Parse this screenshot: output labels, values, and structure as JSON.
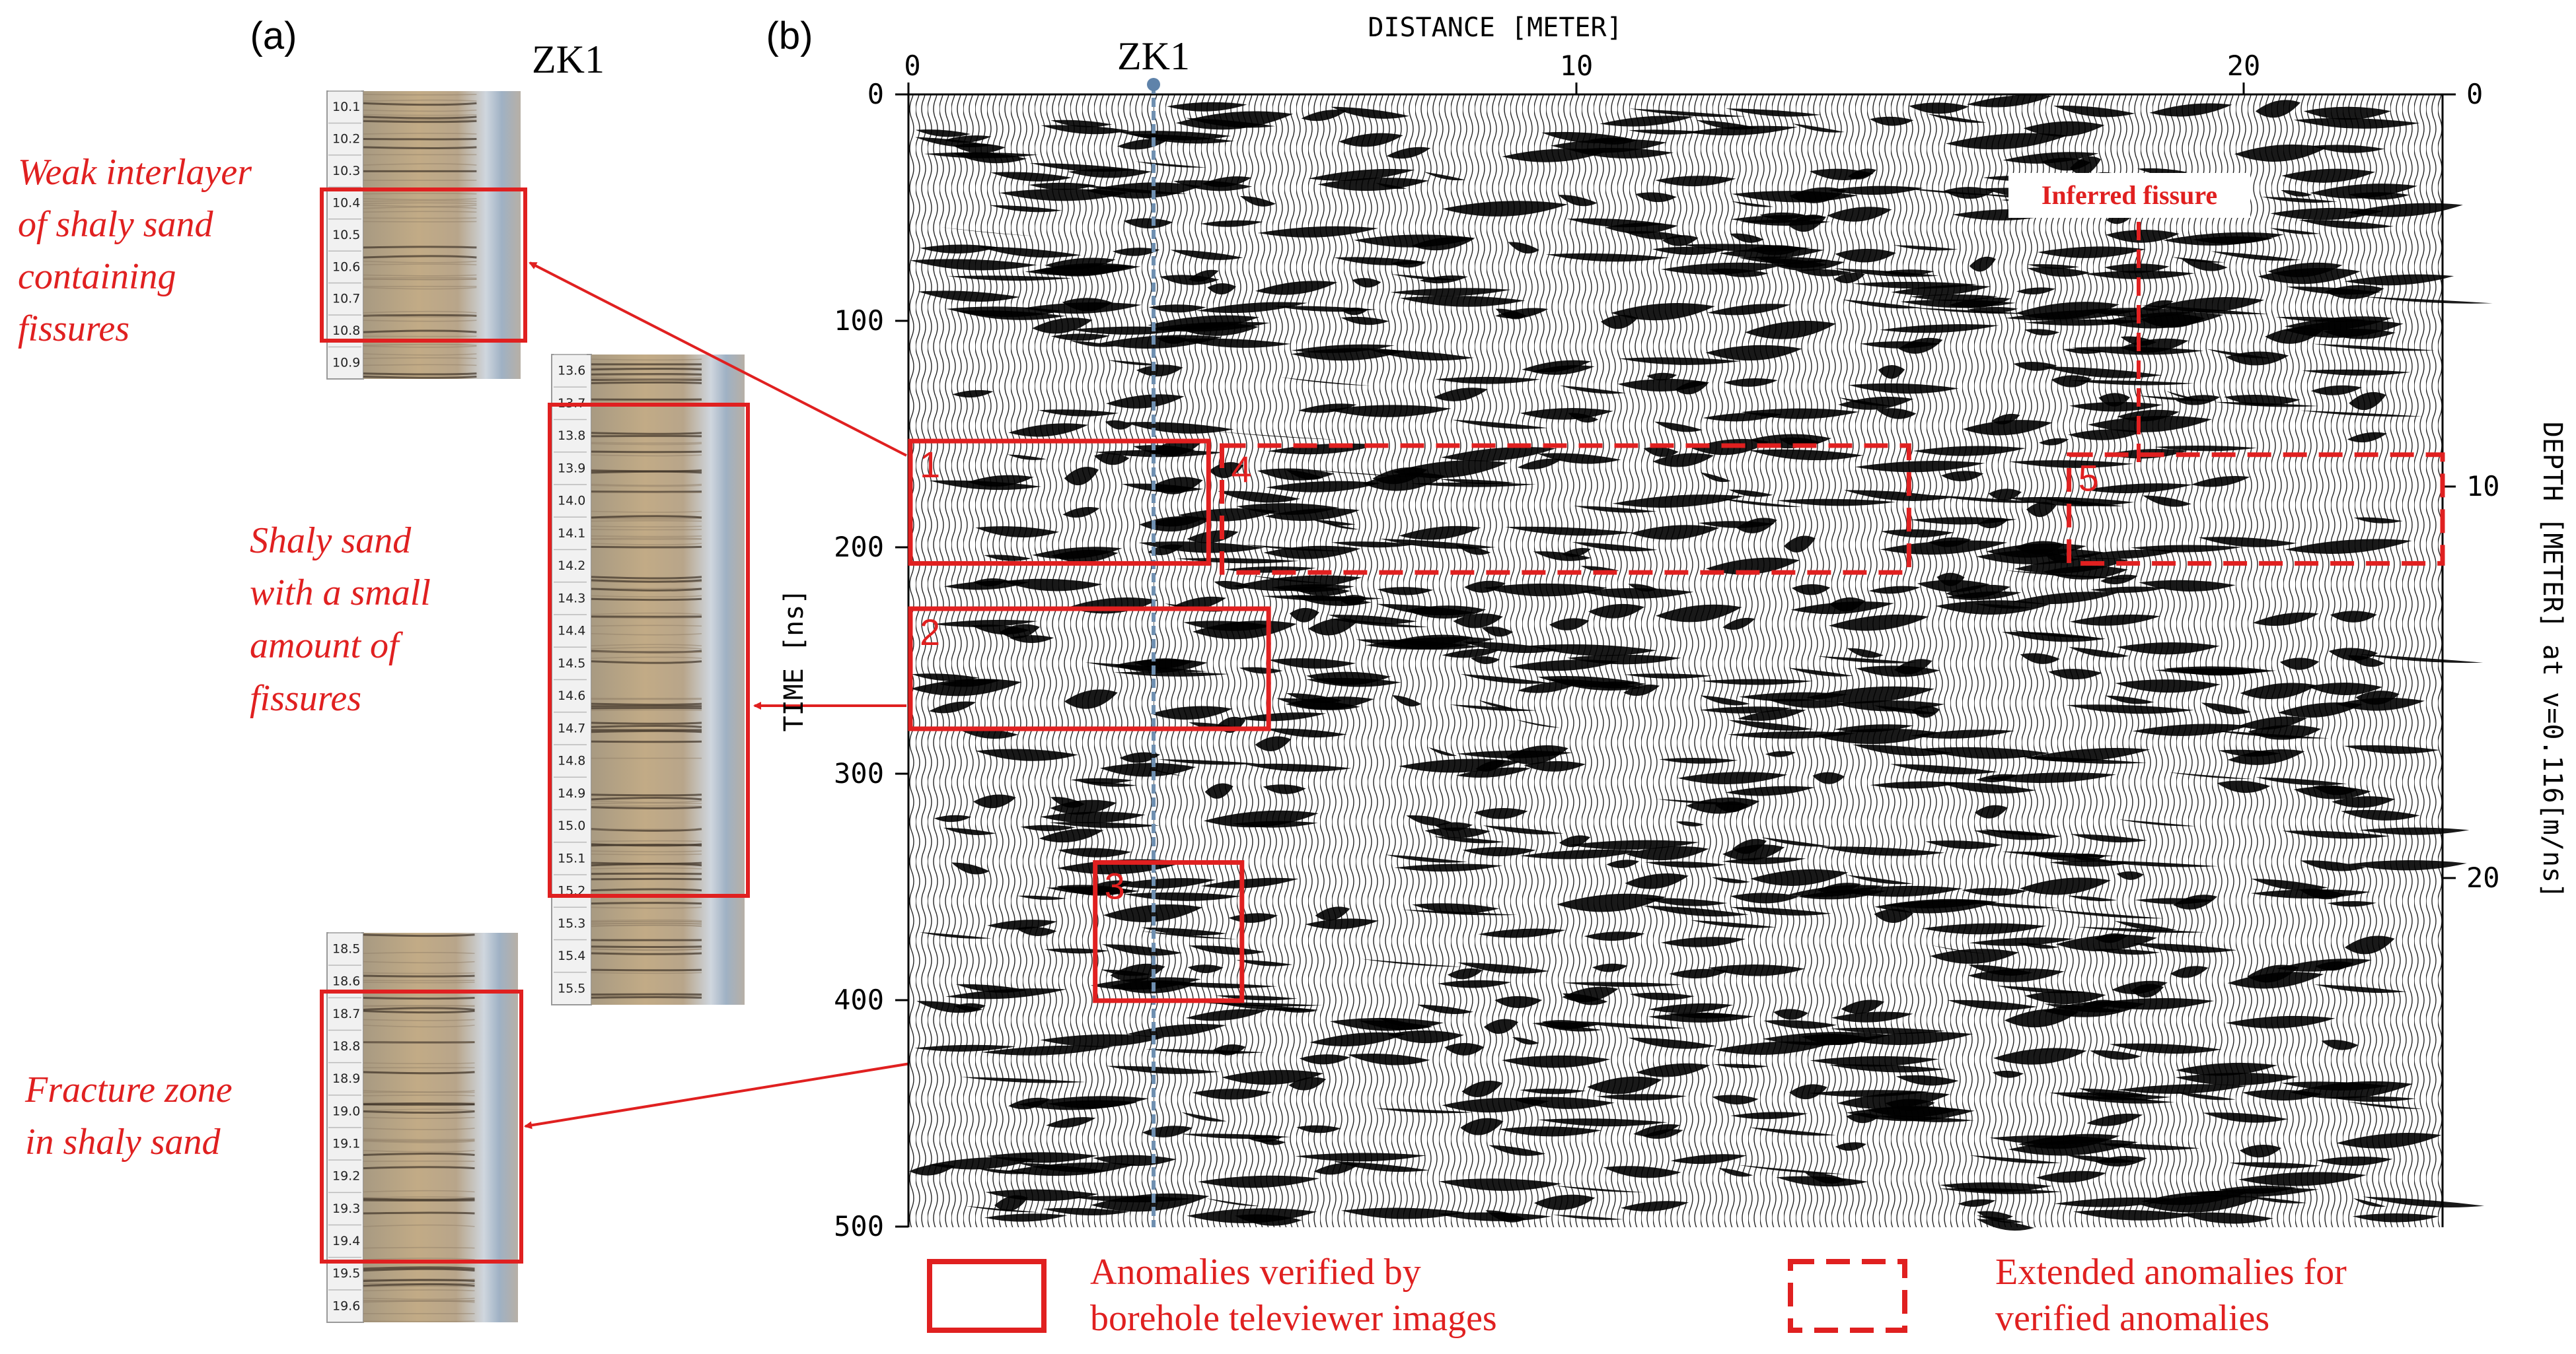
{
  "panel_a": {
    "label": "(a)",
    "borehole": "ZK1",
    "top_core_depths": [
      "10.1",
      "10.2",
      "10.3",
      "10.4",
      "10.5",
      "10.6",
      "10.7",
      "10.8",
      "10.9"
    ],
    "mid_core_depths": [
      "13.6",
      "13.7",
      "13.8",
      "13.9",
      "14.0",
      "14.1",
      "14.2",
      "14.3",
      "14.4",
      "14.5",
      "14.6",
      "14.7",
      "14.8",
      "14.9",
      "15.0",
      "15.1",
      "15.2",
      "15.3",
      "15.4",
      "15.5"
    ],
    "bottom_core_depths": [
      "18.5",
      "18.6",
      "18.7",
      "18.8",
      "18.9",
      "19.0",
      "19.1",
      "19.2",
      "19.3",
      "19.4",
      "19.5",
      "19.6"
    ],
    "annotations": {
      "weak_interlayer": [
        "Weak interlayer",
        "of shaly sand",
        "containing",
        "fissures"
      ],
      "shaly_sand": [
        "Shaly sand",
        "with a small",
        "amount of",
        "fissures"
      ],
      "fracture_zone": [
        "Fracture zone",
        "in shaly sand"
      ]
    }
  },
  "panel_b": {
    "label": "(b)",
    "top_axis_title": "DISTANCE [METER]",
    "top_ticks": [
      "0",
      "10",
      "20"
    ],
    "left_axis_title": "TIME [ns]",
    "left_ticks": [
      "0",
      "100",
      "200",
      "300",
      "400",
      "500"
    ],
    "right_axis_title": "DEPTH [METER] at v=0.116[m/ns]",
    "right_ticks": [
      "0",
      "10",
      "20"
    ],
    "borehole_marker": "ZK1",
    "inferred_fissure_label": "Inferred  fissure",
    "box_labels": [
      "1",
      "2",
      "3",
      "4",
      "5"
    ],
    "solid_boxes_ns": [
      {
        "label": "1",
        "x_m": [
          0.0,
          4.5
        ],
        "t_ns": [
          153,
          207
        ]
      },
      {
        "label": "2",
        "x_m": [
          0.0,
          5.4
        ],
        "t_ns": [
          227,
          280
        ]
      },
      {
        "label": "3",
        "x_m": [
          2.8,
          5.0
        ],
        "t_ns": [
          339,
          400
        ]
      }
    ],
    "dashed_boxes_ns": [
      {
        "label": "4",
        "x_m": [
          4.7,
          15.0
        ],
        "t_ns": [
          155,
          211
        ]
      },
      {
        "label": "5",
        "x_m": [
          17.4,
          23.0
        ],
        "t_ns": [
          159,
          207
        ]
      }
    ],
    "x_range_m": [
      0,
      23
    ],
    "t_range_ns": [
      0,
      500
    ],
    "depth_range_m": [
      0,
      29
    ]
  },
  "legend": {
    "solid_text": [
      "Anomalies verified by",
      "borehole televiewer images"
    ],
    "dashed_text": [
      "Extended anomalies for",
      "verified anomalies"
    ]
  },
  "colors": {
    "annotation": "#e02020",
    "borehole_line": "#6f8fb0",
    "axis": "#000000"
  }
}
